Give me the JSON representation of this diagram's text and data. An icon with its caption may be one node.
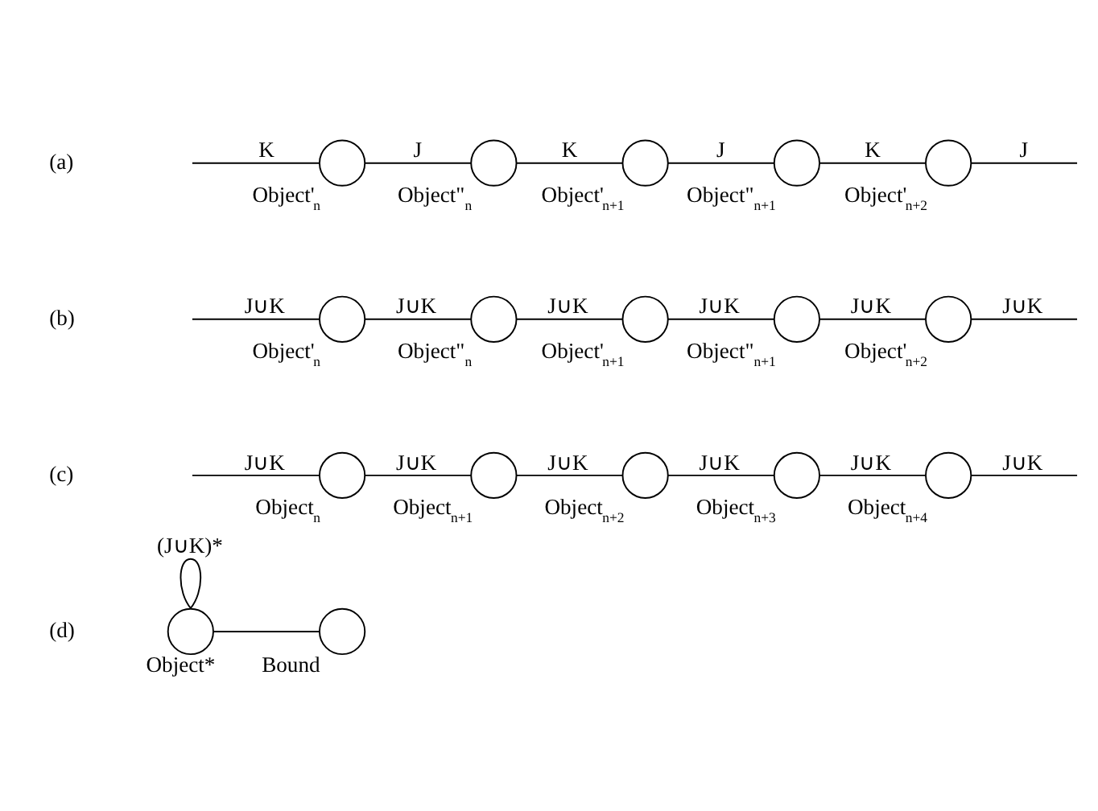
{
  "diagram": {
    "nodes": [
      {
        "text": [],
        "shape": "circle",
        "beside": [
          "Object'$_{n}$"
        ]
      },
      {
        "text": [],
        "shape": "circle",
        "beside": [
          "Object\"$_{n}$"
        ]
      },
      {
        "text": [],
        "shape": "circle",
        "beside": [
          "Object'$_{n+1}$"
        ]
      },
      {
        "text": [],
        "shape": "circle",
        "beside": [
          "Object\"$_{n+1}$"
        ]
      },
      {
        "text": [],
        "shape": "circle",
        "beside": [
          "Object'$_{n+2}$"
        ]
      },
      {
        "text": [],
        "shape": "circle",
        "beside": [
          "Object'$_{n}$"
        ]
      },
      {
        "text": [],
        "shape": "circle",
        "beside": [
          "Object\"$_{n}$"
        ]
      },
      {
        "text": [],
        "shape": "circle",
        "beside": [
          "Object'$_{n+1}$"
        ]
      },
      {
        "text": [],
        "shape": "circle",
        "beside": [
          "Object\"$_{n+1}$"
        ]
      },
      {
        "text": [],
        "shape": "circle",
        "beside": [
          "Object'$_{n+2}$"
        ]
      },
      {
        "text": [],
        "shape": "circle",
        "beside": [
          "Object$_{n}$"
        ]
      },
      {
        "text": [],
        "shape": "circle",
        "beside": [
          "Object$_{n+1}$"
        ]
      },
      {
        "text": [],
        "shape": "circle",
        "beside": [
          "Object$_{n+2}$"
        ]
      },
      {
        "text": [],
        "shape": "circle",
        "beside": [
          "Object$_{n+3}$"
        ]
      },
      {
        "text": [],
        "shape": "circle",
        "beside": [
          "Object$_{n+4}$"
        ]
      },
      {
        "text": [],
        "shape": "circle",
        "beside": [
          "Object*"
        ]
      },
      {
        "text": [],
        "shape": "circle",
        "beside": [
          "Bound"
        ]
      }
    ],
    "edges": [
      {
        "from": null,
        "to": 0,
        "arrow": "none",
        "label": "K"
      },
      {
        "from": 0,
        "to": 1,
        "arrow": "none",
        "label": "J"
      },
      {
        "from": 1,
        "to": 2,
        "arrow": "none",
        "label": "K"
      },
      {
        "from": 2,
        "to": 3,
        "arrow": "none",
        "label": "J"
      },
      {
        "from": 3,
        "to": 4,
        "arrow": "none",
        "label": "K"
      },
      {
        "from": 4,
        "to": null,
        "arrow": "none",
        "label": "J"
      },
      {
        "from": null,
        "to": 5,
        "arrow": "none",
        "label": "J∪K"
      },
      {
        "from": 5,
        "to": 6,
        "arrow": "none",
        "label": "J∪K"
      },
      {
        "from": 6,
        "to": 7,
        "arrow": "none",
        "label": "J∪K"
      },
      {
        "from": 7,
        "to": 8,
        "arrow": "none",
        "label": "J∪K"
      },
      {
        "from": 8,
        "to": 9,
        "arrow": "none",
        "label": "J∪K"
      },
      {
        "from": 9,
        "to": null,
        "arrow": "none",
        "label": "J∪K"
      },
      {
        "from": null,
        "to": 10,
        "arrow": "none",
        "label": "J∪K"
      },
      {
        "from": 10,
        "to": 11,
        "arrow": "none",
        "label": "J∪K"
      },
      {
        "from": 11,
        "to": 12,
        "arrow": "none",
        "label": "J∪K"
      },
      {
        "from": 12,
        "to": 13,
        "arrow": "none",
        "label": "J∪K"
      },
      {
        "from": 13,
        "to": 14,
        "arrow": "none",
        "label": "J∪K"
      },
      {
        "from": 14,
        "to": null,
        "arrow": "none",
        "label": "J∪K"
      },
      {
        "from": 15,
        "to": 15,
        "arrow": "none",
        "label": "(J∪K)*"
      },
      {
        "from": 15,
        "to": 16,
        "arrow": "none"
      }
    ],
    "labels": [
      "(a)",
      "(b)",
      "(c)",
      "(d)"
    ]
  }
}
